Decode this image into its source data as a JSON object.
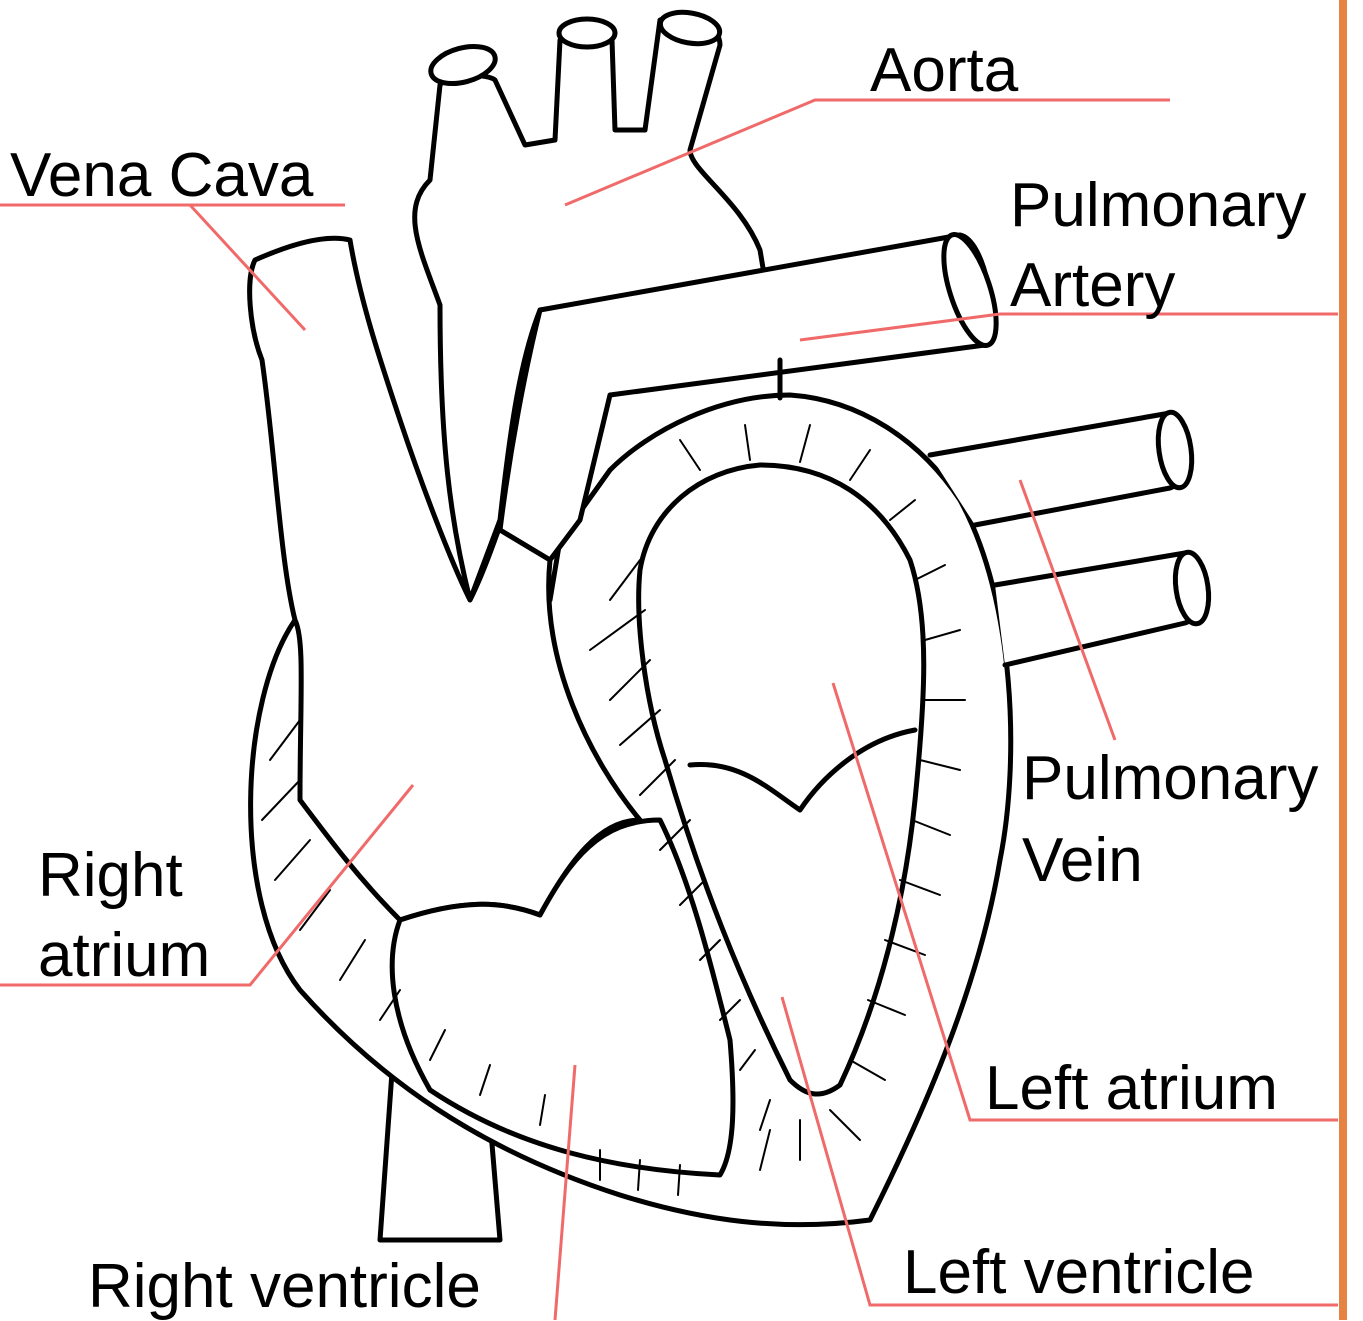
{
  "diagram": {
    "colors": {
      "outline": "#000000",
      "leader_line": "#f06a6a",
      "side_bar": "#e58442",
      "background": "#ffffff"
    },
    "labels": {
      "aorta": "Aorta",
      "vena_cava": "Vena Cava",
      "pulmonary_artery_line1": "Pulmonary",
      "pulmonary_artery_line2": "Artery",
      "pulmonary_vein_line1": "Pulmonary",
      "pulmonary_vein_line2": "Vein",
      "right_atrium_line1": "Right",
      "right_atrium_line2": "atrium",
      "left_atrium": "Left atrium",
      "right_ventricle": "Right ventricle",
      "left_ventricle": "Left ventricle"
    }
  }
}
